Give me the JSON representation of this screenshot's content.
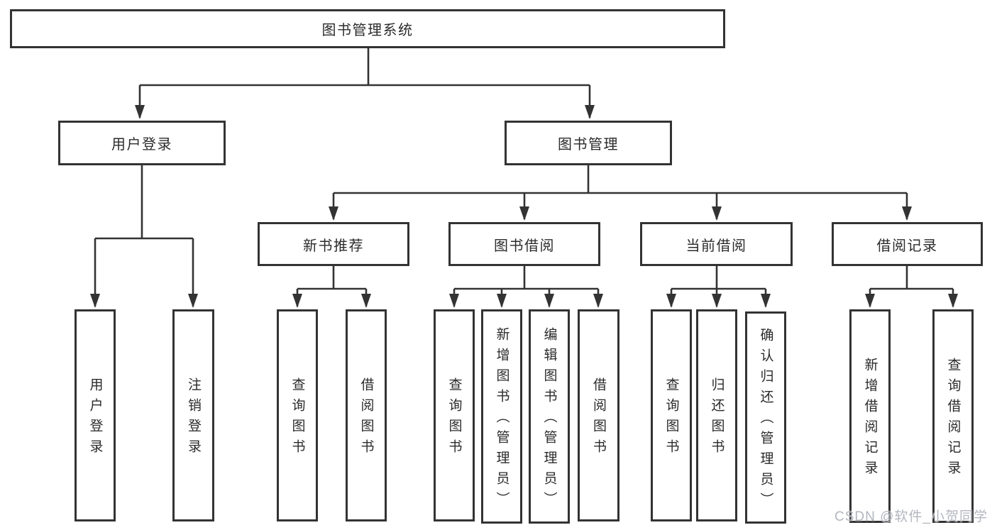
{
  "tree": {
    "root": {
      "label": "图书管理系统"
    },
    "branches": [
      {
        "label": "用户登录",
        "children": [
          {
            "label": "用户登录"
          },
          {
            "label": "注销登录"
          }
        ]
      },
      {
        "label": "图书管理",
        "children": [
          {
            "label": "新书推荐",
            "children": [
              {
                "label": "查询图书"
              },
              {
                "label": "借阅图书"
              }
            ]
          },
          {
            "label": "图书借阅",
            "children": [
              {
                "label": "查询图书"
              },
              {
                "label": "新增图书（管理员）"
              },
              {
                "label": "编辑图书（管理员）"
              },
              {
                "label": "借阅图书"
              }
            ]
          },
          {
            "label": "当前借阅",
            "children": [
              {
                "label": "查询图书"
              },
              {
                "label": "归还图书"
              },
              {
                "label": "确认归还（管理员）"
              }
            ]
          },
          {
            "label": "借阅记录",
            "children": [
              {
                "label": "新增借阅记录"
              },
              {
                "label": "查询借阅记录"
              }
            ]
          }
        ]
      }
    ]
  },
  "watermark": "CSDN @软件_小贺同学",
  "colors": {
    "line": "#333333",
    "text": "#2b2b2b",
    "watermark": "#aeb2ba",
    "background": "#ffffff"
  }
}
